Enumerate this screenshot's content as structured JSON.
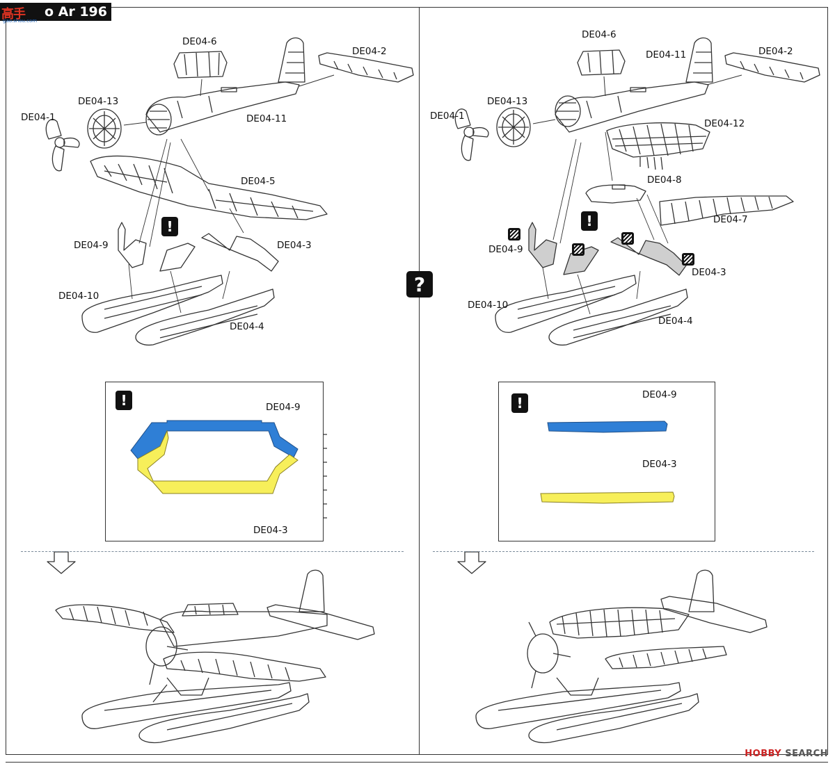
{
  "header": {
    "logo_text": "高手",
    "logo_sub": "gao.shou.com",
    "title": "o Ar 196"
  },
  "left_panel": {
    "callouts": {
      "de04_6": "DE04-6",
      "de04_2": "DE04-2",
      "de04_13": "DE04-13",
      "de04_1": "DE04-1",
      "de04_11": "DE04-11",
      "de04_5": "DE04-5",
      "de04_9": "DE04-9",
      "de04_3": "DE04-3",
      "de04_10": "DE04-10",
      "de04_4": "DE04-4"
    },
    "detail": {
      "de04_9": "DE04-9",
      "de04_3": "DE04-3"
    }
  },
  "right_panel": {
    "callouts": {
      "de04_6": "DE04-6",
      "de04_11": "DE04-11",
      "de04_2": "DE04-2",
      "de04_13": "DE04-13",
      "de04_1": "DE04-1",
      "de04_12": "DE04-12",
      "de04_8": "DE04-8",
      "de04_7": "DE04-7",
      "de04_9": "DE04-9",
      "de04_3": "DE04-3",
      "de04_10": "DE04-10",
      "de04_4": "DE04-4"
    },
    "detail": {
      "de04_9": "DE04-9",
      "de04_3": "DE04-3"
    }
  },
  "badges": {
    "warning": "!",
    "question": "?"
  },
  "colors": {
    "highlight_blue": "#2f7fd6",
    "highlight_yellow": "#f7ef5a",
    "line": "#333333"
  },
  "watermark": {
    "hobby": "HOBBY",
    "search": "SEARCH"
  }
}
